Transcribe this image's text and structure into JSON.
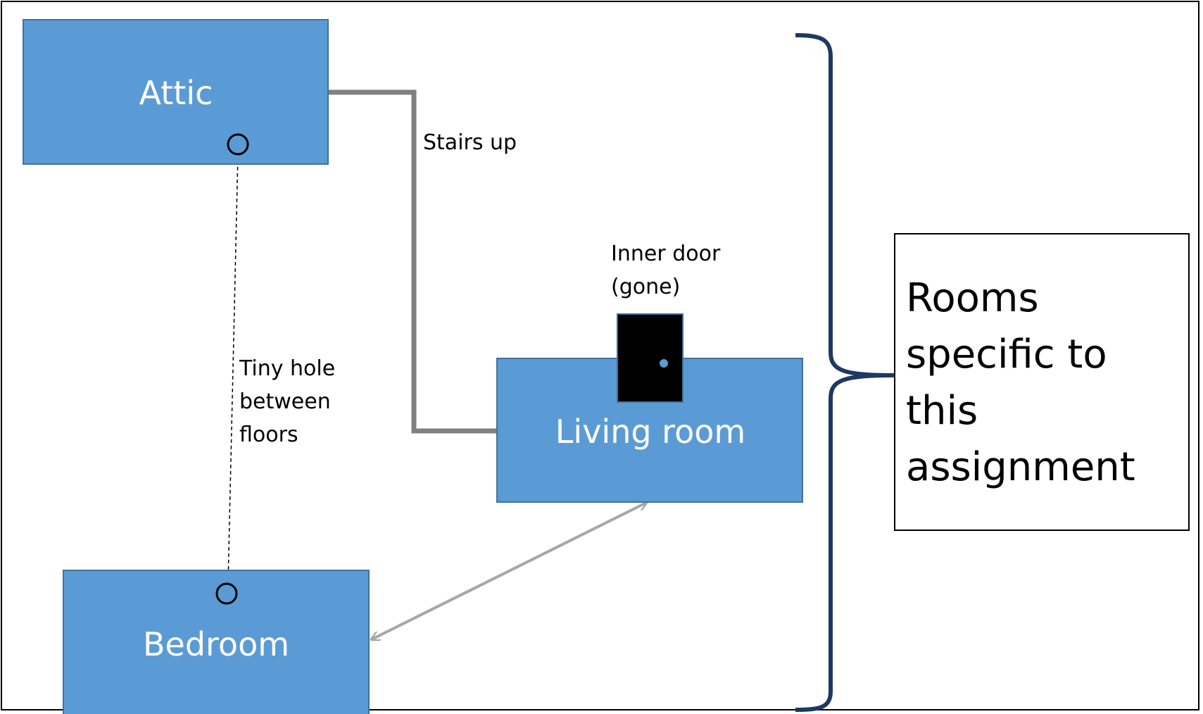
{
  "rooms": {
    "attic": "Attic",
    "living_room": "Living room",
    "bedroom": "Bedroom"
  },
  "annotations": {
    "stairs": "Stairs up",
    "inner_door": [
      "Inner door",
      "(gone)"
    ],
    "tiny_hole": [
      "Tiny hole",
      "between",
      "floors"
    ]
  },
  "callout": {
    "lines": [
      "Rooms",
      "specific to",
      "this",
      "assignment"
    ]
  },
  "colors": {
    "room_fill": "#5b9bd5",
    "room_stroke": "#41719c",
    "stairs_line": "#808080",
    "arrow": "#a6a6a6",
    "brace": "#1f3864",
    "door": "#000000",
    "door_knob": "#5b9bd5"
  },
  "icons": {
    "door": "door-icon",
    "hole": "hole-marker-icon"
  }
}
